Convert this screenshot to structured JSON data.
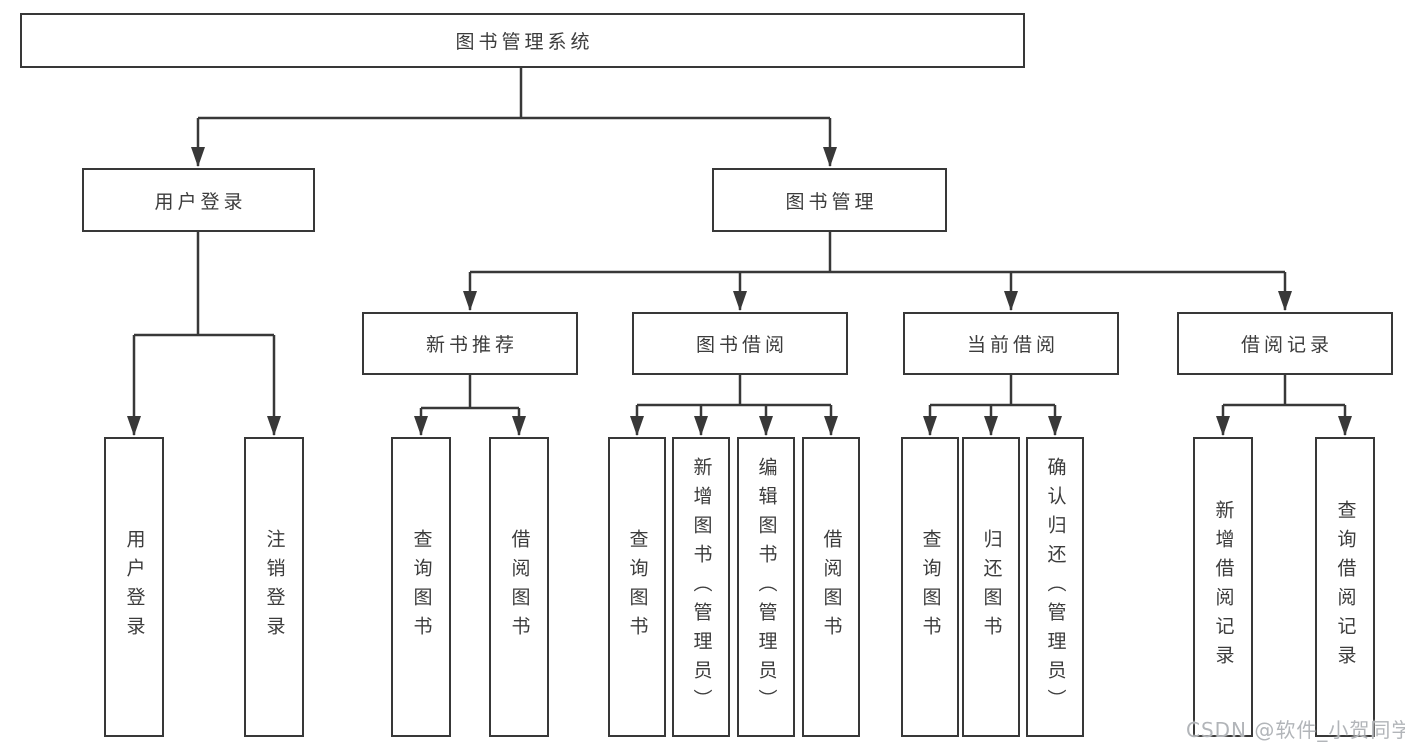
{
  "diagram_type": "hierarchy-tree",
  "tree": {
    "label": "图书管理系统",
    "children": [
      {
        "label": "用户登录",
        "children": [
          {
            "label": "用户登录"
          },
          {
            "label": "注销登录"
          }
        ]
      },
      {
        "label": "图书管理",
        "children": [
          {
            "label": "新书推荐",
            "children": [
              {
                "label": "查询图书"
              },
              {
                "label": "借阅图书"
              }
            ]
          },
          {
            "label": "图书借阅",
            "children": [
              {
                "label": "查询图书"
              },
              {
                "label": "新增图书（管理员）"
              },
              {
                "label": "编辑图书（管理员）"
              },
              {
                "label": "借阅图书"
              }
            ]
          },
          {
            "label": "当前借阅",
            "children": [
              {
                "label": "查询图书"
              },
              {
                "label": "归还图书"
              },
              {
                "label": "确认归还（管理员）"
              }
            ]
          },
          {
            "label": "借阅记录",
            "children": [
              {
                "label": "新增借阅记录"
              },
              {
                "label": "查询借阅记录"
              }
            ]
          }
        ]
      }
    ]
  },
  "watermark": "CSDN @软件_小贺同学",
  "colors": {
    "line": "#383838",
    "box_border": "#383838",
    "text": "#3c3c3c",
    "watermark": "#b2b5b9",
    "background": "#ffffff"
  }
}
